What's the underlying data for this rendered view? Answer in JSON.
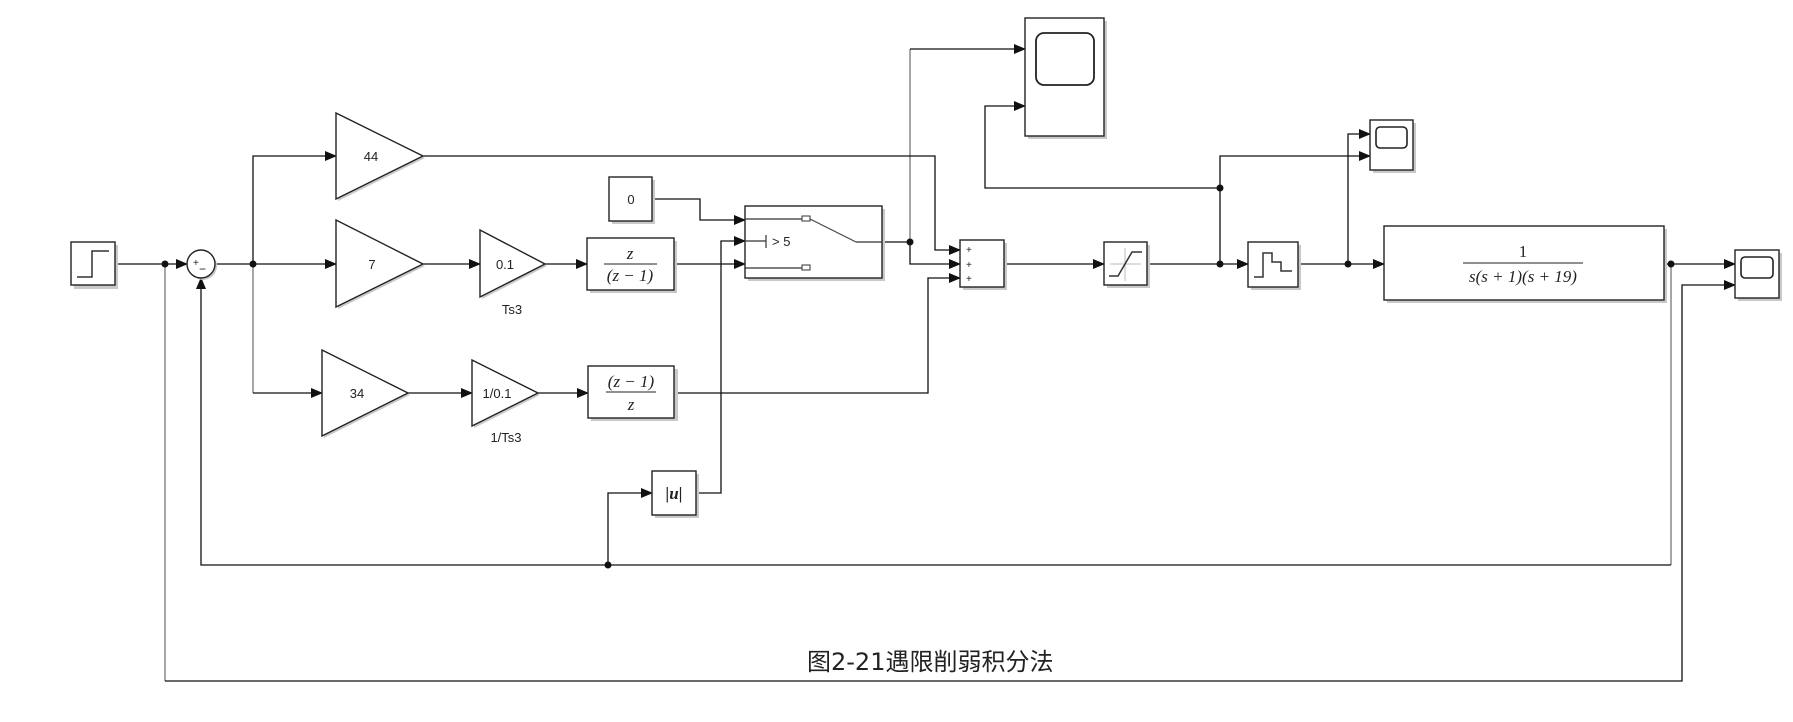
{
  "diagram": {
    "caption": "图2-21遇限削弱积分法",
    "blocks": {
      "step": {
        "label": "Step"
      },
      "sum_error": {
        "signs_top": "+",
        "signs_bottom": "−"
      },
      "gain_p": {
        "value": "44"
      },
      "gain_i": {
        "value": "7"
      },
      "gain_ts": {
        "value": "0.1",
        "name": "Ts3"
      },
      "integrator": {
        "numerator": "z",
        "denominator": "(z − 1)"
      },
      "gain_d": {
        "value": "34"
      },
      "gain_invts": {
        "value": "1/0.1",
        "name": "1/Ts3"
      },
      "differentiator": {
        "numerator": "(z − 1)",
        "denominator": "z"
      },
      "constant": {
        "value": "0"
      },
      "switch": {
        "criterion": "> 5"
      },
      "abs": {
        "label": "|u|"
      },
      "sum_pid": {
        "signs": [
          "+",
          "+",
          "+"
        ]
      },
      "plant": {
        "numerator": "1",
        "denominator": "s(s + 1)(s + 19)"
      }
    }
  }
}
